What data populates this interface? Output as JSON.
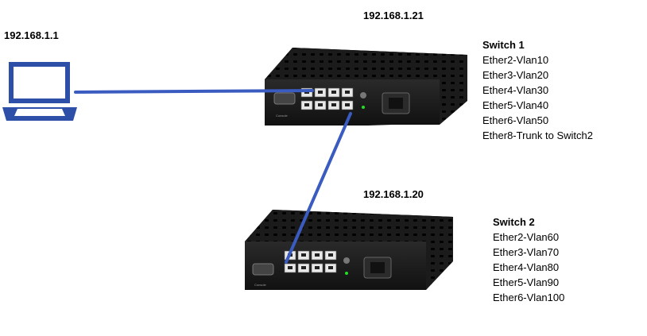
{
  "laptop": {
    "ip": "192.168.1.1"
  },
  "switch1": {
    "ip": "192.168.1.21",
    "title": "Switch 1",
    "ports": [
      "Ether2-Vlan10",
      "Ether3-Vlan20",
      "Ether4-Vlan30",
      "Ether5-Vlan40",
      "Ether6-Vlan50",
      "Ether8-Trunk to Switch2"
    ]
  },
  "switch2": {
    "ip": "192.168.1.20",
    "title": "Switch 2",
    "ports": [
      "Ether2-Vlan60",
      "Ether3-Vlan70",
      "Ether4-Vlan80",
      "Ether5-Vlan90",
      "Ether6-Vlan100"
    ]
  },
  "colors": {
    "link": "#3a5bbf",
    "laptop": "#2e4fa8",
    "device": "#141414"
  }
}
